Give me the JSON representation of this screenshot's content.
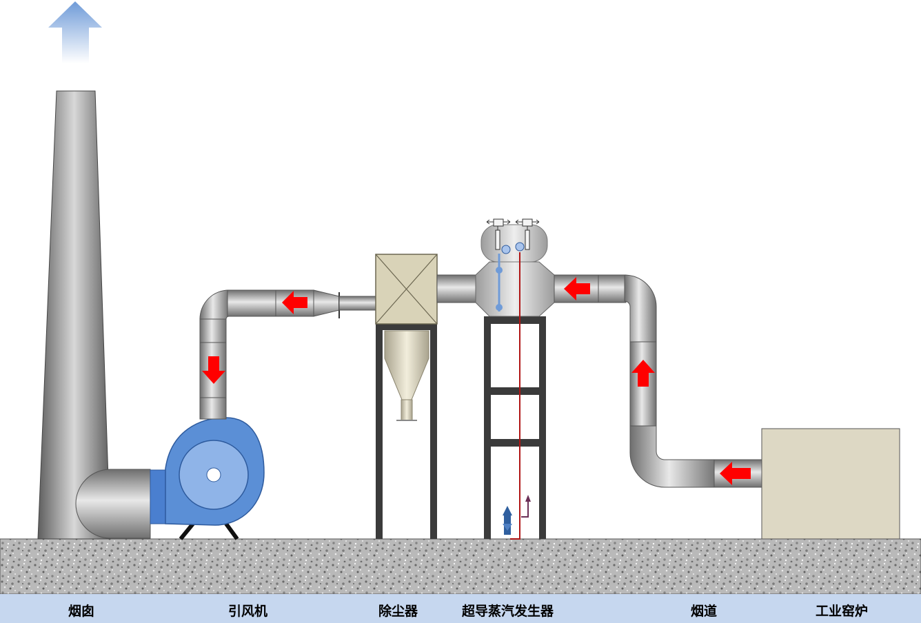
{
  "labels": {
    "chimney": "烟囱",
    "fan": "引风机",
    "dust_collector": "除尘器",
    "steam_generator": "超导蒸汽发生器",
    "flue": "烟道",
    "kiln": "工业窑炉"
  },
  "colors": {
    "flow_arrow": "#ff0000",
    "fan_body": "#5b8fd6",
    "fan_hub": "#8fb4e8",
    "kiln": "#ddd8c4",
    "dust_box": "#d9d3b8",
    "frame": "#3b3b3b",
    "label_bar": "#c6d7ef",
    "exhaust_arrow": "#6f9bd8"
  },
  "icons": {
    "flow": "red-arrow-icon",
    "exhaust": "exhaust-up-arrow-icon",
    "valve": "valve-icon"
  }
}
